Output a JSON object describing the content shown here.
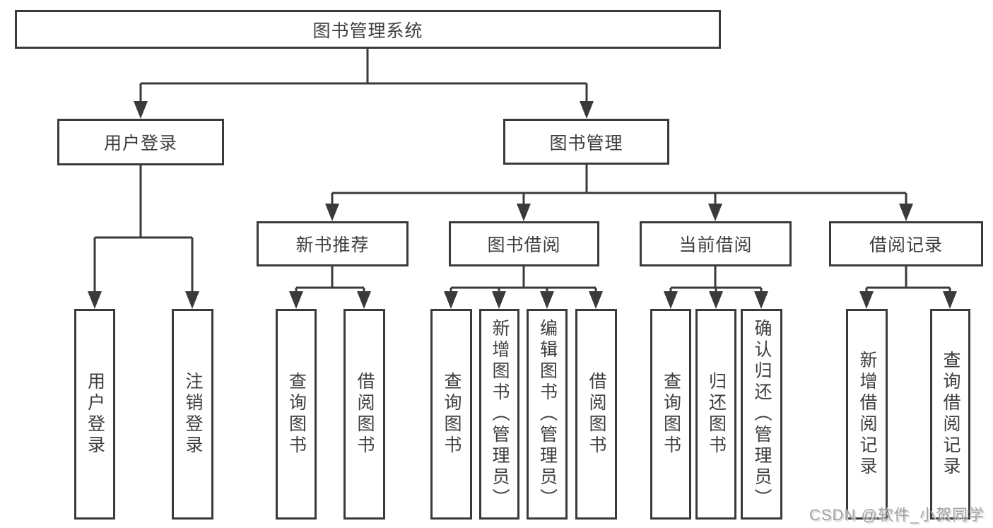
{
  "root": {
    "label": "图书管理系统"
  },
  "level2": [
    {
      "label": "用户登录"
    },
    {
      "label": "图书管理"
    }
  ],
  "level3": [
    {
      "label": "新书推荐"
    },
    {
      "label": "图书借阅"
    },
    {
      "label": "当前借阅"
    },
    {
      "label": "借阅记录"
    }
  ],
  "leaves": [
    {
      "label": "用户登录"
    },
    {
      "label": "注销登录"
    },
    {
      "label": "查询图书"
    },
    {
      "label": "借阅图书"
    },
    {
      "label": "查询图书"
    },
    {
      "label": "新增图书（管理员）"
    },
    {
      "label": "编辑图书（管理员）"
    },
    {
      "label": "借阅图书"
    },
    {
      "label": "查询图书"
    },
    {
      "label": "归还图书"
    },
    {
      "label": "确认归还（管理员）"
    },
    {
      "label": "新增借阅记录"
    },
    {
      "label": "查询借阅记录"
    }
  ],
  "watermark": "CSDN @软件_小贺同学",
  "colors": {
    "line": "#3a3a3a",
    "text": "#3d3d3d",
    "background": "#ffffff",
    "watermark": "#a3a3a3",
    "watermark_shadow": "#d8d8d8"
  }
}
